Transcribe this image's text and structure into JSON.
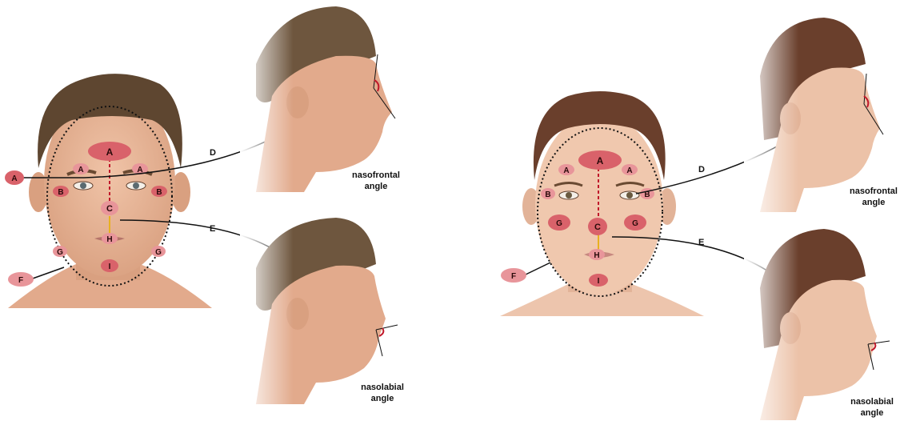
{
  "colors": {
    "zone_fill": "#d9626a",
    "zone_fill_light": "#e8959a",
    "zone_stroke": "#ffffff",
    "dash_line": "#c0182a",
    "yellow_line": "#e8b020",
    "skin": "#e8b59a",
    "skin_shadow": "#d89878",
    "hair_male": "#5e4630",
    "hair_female": "#6a3f2c",
    "angle_line": "#c0182a"
  },
  "male": {
    "zones": {
      "A": "A",
      "A_left": "A",
      "A_right": "A",
      "B_left": "B",
      "B_right": "B",
      "C": "C",
      "H": "H",
      "I": "I",
      "G_left": "G",
      "G_right": "G",
      "A_callout": "A",
      "F_callout": "F"
    },
    "arrow_d": "D",
    "arrow_e": "E",
    "caption_top": [
      "nasofrontal",
      "angle"
    ],
    "caption_bottom": [
      "nasolabial",
      "angle"
    ]
  },
  "female": {
    "zones": {
      "A": "A",
      "A_left": "A",
      "A_right": "A",
      "B_left": "B",
      "B_right": "B",
      "C": "C",
      "H": "H",
      "I": "I",
      "G_left": "G",
      "G_right": "G",
      "F_callout": "F"
    },
    "arrow_d": "D",
    "arrow_e": "E",
    "caption_top": [
      "nasofrontal",
      "angle"
    ],
    "caption_bottom": [
      "nasolabial",
      "angle"
    ]
  }
}
